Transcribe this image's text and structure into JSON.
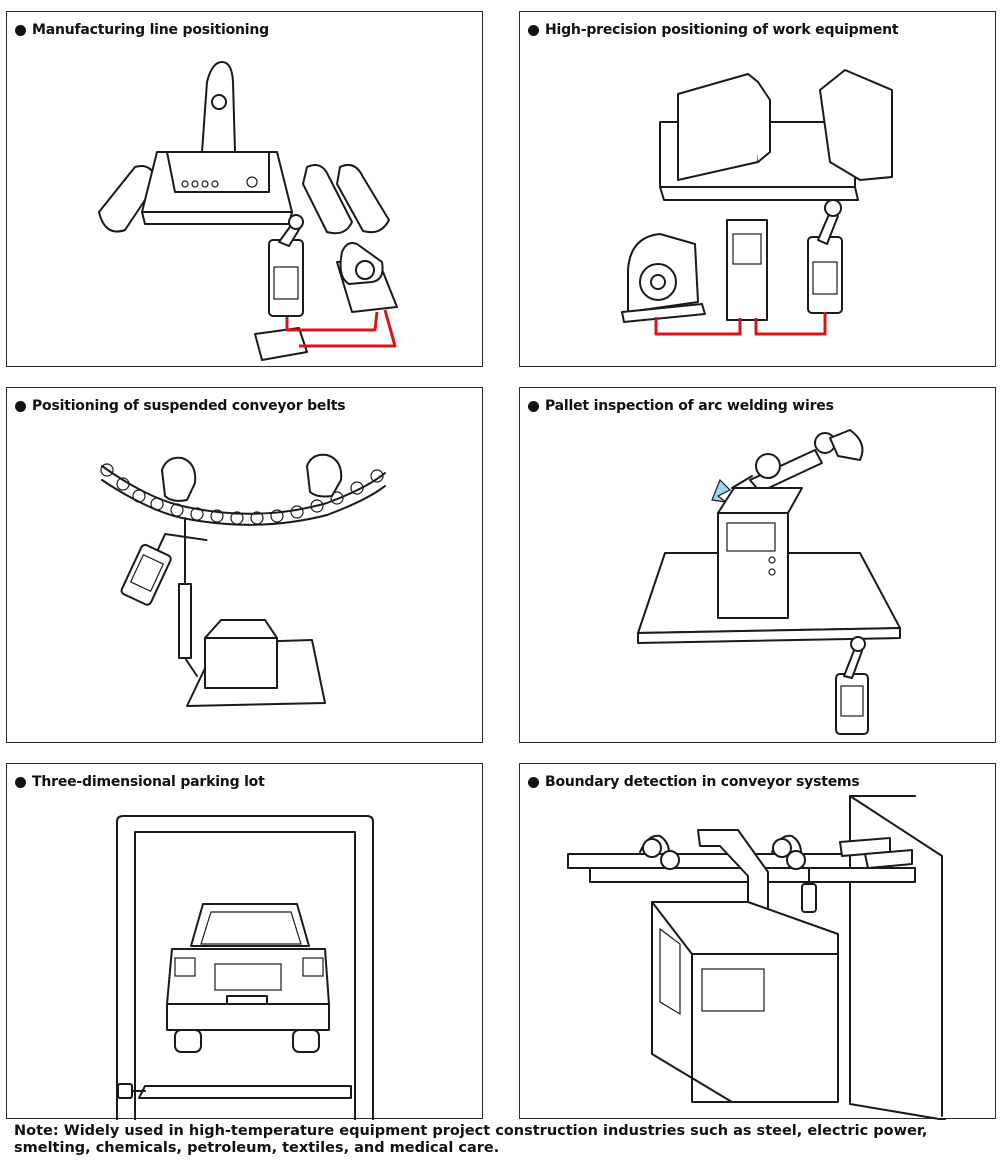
{
  "panels": [
    {
      "title": "Manufacturing line positioning"
    },
    {
      "title": "High-precision positioning of work equipment"
    },
    {
      "title": "Positioning of suspended conveyor belts"
    },
    {
      "title": "Pallet inspection of arc welding wires"
    },
    {
      "title": "Three-dimensional parking lot"
    },
    {
      "title": "Boundary detection in conveyor systems"
    }
  ],
  "note": "Note: Widely used in high-temperature equipment project construction industries such as steel, electric power, smelting, chemicals, petroleum, textiles, and medical care.",
  "colors": {
    "wire": "#d7141a",
    "line": "#1a1a1a",
    "border": "#2a2a2a"
  },
  "icons": [
    "bullet-icon",
    "limit-switch-icon",
    "motor-icon",
    "robot-arm-icon",
    "car-icon"
  ]
}
